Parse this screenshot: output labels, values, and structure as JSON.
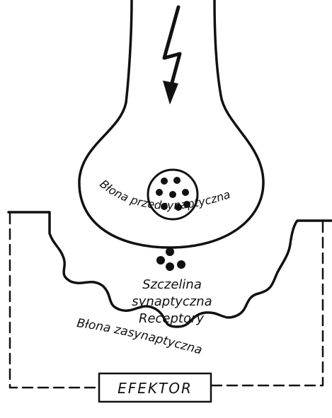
{
  "labels": {
    "presynaptic_membrane": "Błona przedsynaptyczna",
    "synaptic_cleft_line1": "Szczelina",
    "synaptic_cleft_line2": "synaptyczna",
    "receptors": "Receptory",
    "postsynaptic_membrane": "Błona zasynaptyczna",
    "effector": "EFEKTOR"
  },
  "colors": {
    "ink": "#111111",
    "paper": "#ffffff"
  }
}
